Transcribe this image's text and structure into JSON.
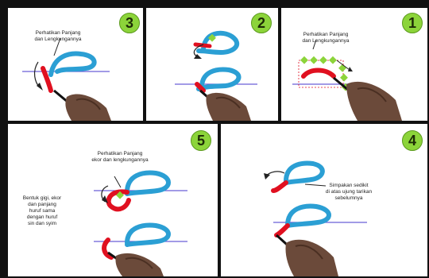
{
  "steps": [
    {
      "number": "1",
      "note": [
        "Perhatikan Panjang",
        "dan Lengkungannya"
      ]
    },
    {
      "number": "2"
    },
    {
      "number": "3",
      "note": [
        "Perhatikan Panjang",
        "dan Lengkungannya"
      ]
    },
    {
      "number": "4",
      "note": [
        "Simpakan sedikit",
        "di atas ujung tarikan",
        "sebelumnya"
      ]
    },
    {
      "number": "5",
      "note": [
        "Perhatikan Panjang",
        "ekor dan lengkungannya"
      ],
      "note2": [
        "Bentuk gigi, ekor",
        "dan panjang",
        "huruf sama",
        "dengan huruf",
        "sin dan syim"
      ]
    }
  ],
  "colors": {
    "stroke_blue": "#2b9fd4",
    "stroke_red": "#e01020",
    "guide_line": "#6a5fd8",
    "marker_green": "#8cd43a",
    "badge": "#8cd43a"
  },
  "icons": [
    "pen-hand-icon",
    "direction-arrow-icon",
    "stroke-marker-icon"
  ]
}
